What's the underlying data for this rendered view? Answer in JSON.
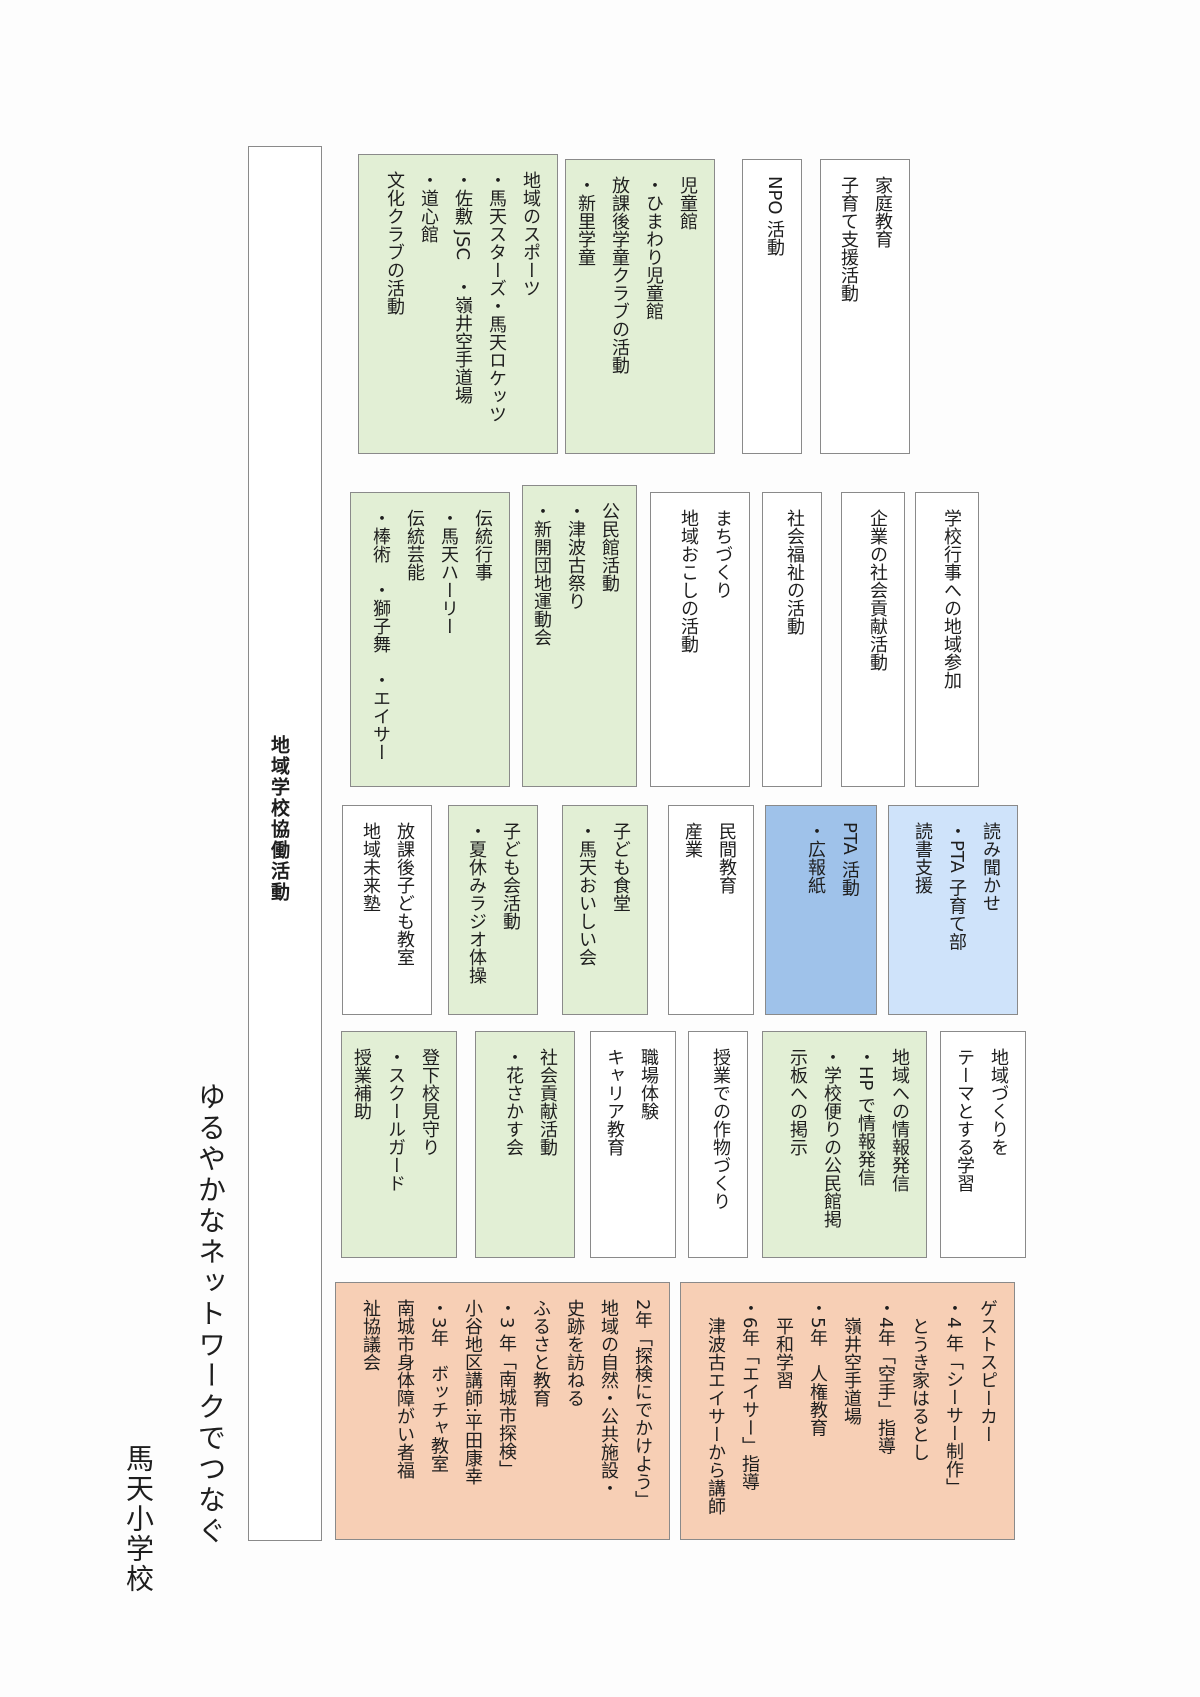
{
  "school_name": "馬天小学校",
  "heading": "ゆるやかなネットワークでつなぐ",
  "header_bar": "地域学校協働活動",
  "columns": {
    "col1": {
      "furusato": "2年「探検にでかけよう」\n地域の自然・公共施設・\n史跡を訪ねる\nふるさと教育\n・3 年「南城市探検」\n小谷地区講師:平田康幸\n・3年　ボッチャ教室\n南城市身体障がい者福\n祉協議会",
      "guest": "ゲストスピーカー\n・4 年「シーサー制作」\n　とうき家はるとし\n・4年「空手」指導\n　嶺井空手道場\n・5年　人権教育\n　平和学習\n・6年「エイサー」指導\n　津波古エイサーから講師"
    },
    "col2": {
      "mimamori": "登下校見守り\n・スクールガード\n授業補助",
      "shakai": "社会貢献活動\n・花さかす会",
      "career": "職場体験\nキャリア教育",
      "sakumotsu": "授業での作物づくり",
      "joho": "地域への情報発信\n・HP で情報発信\n・学校便りの公民館掲\n示板への掲示",
      "chiiki_gakushu": "地域づくりを\nテーマとする学習"
    },
    "col3": {
      "houkago": "放課後子ども教室\n地域未来塾",
      "kodomokai": "子ども会活動\n・夏休みラジオ体操",
      "shokudo": "子ども食堂\n・馬天おいしい会",
      "minkan": "民間教育\n産業",
      "pta": "PTA 活動\n・広報紙",
      "yomikikase": "読み聞かせ\n・PTA 子育て部\n読書支援"
    },
    "col4": {
      "dento": "伝統行事\n・馬天ハーリー\n伝統芸能\n・棒術　・獅子舞　・エイサー",
      "kominkan": "公民館活動\n・津波古祭り\n・新開団地運動会",
      "machizukuri": "まちづくり\n地域おこしの活動",
      "fukushi": "社会福祉の活動",
      "kigyo": "企業の社会貢献活動",
      "gakko_gyoji": "学校行事への地域参加"
    },
    "col5": {
      "sports": "地域のスポーツ\n・馬天スターズ・馬天ロケッツ\n・佐敷 JSC　・嶺井空手道場\n・道心館\n文化クラブの活動",
      "jidokan": "児童館\n・ひまわり児童館\n放課後学童クラブの活動\n・新里学童",
      "npo": "NPO 活動",
      "katei": "家庭教育\n子育て支援活動"
    }
  },
  "colors": {
    "green": "#e2efd5",
    "peach": "#f7cfb5",
    "blue": "#9fc2ea",
    "light_blue": "#cfe3fa",
    "white": "#ffffff"
  }
}
